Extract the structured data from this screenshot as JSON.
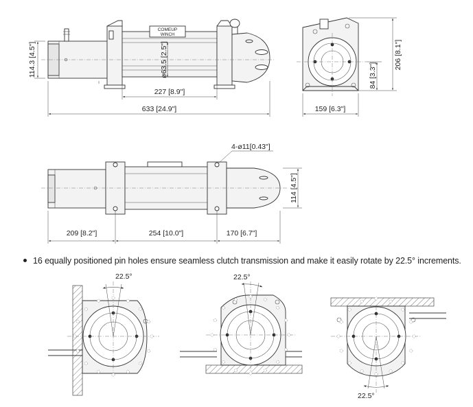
{
  "dimensions": {
    "side_height": "114.3 [4.5\"]",
    "drum_diameter": "ø63.5 [2.5\"]",
    "drum_length": "227 [8.9\"]",
    "overall_length": "633 [24.9\"]",
    "end_height_total": "206 [8.1\"]",
    "end_height_center": "84 [3.3\"]",
    "end_width": "159 [6.3\"]",
    "holes": "4-ø11[0.43\"]",
    "top_width": "114 [4.5\"]",
    "top_left": "209 [8.2\"]",
    "top_mid": "254 [10.0\"]",
    "top_right": "170 [6.7\"]"
  },
  "label_plate_line1": "COMEUP",
  "label_plate_line2": "WINCH",
  "bullet_text": "16 equally positioned pin holes ensure seamless clutch transmission and make it easily rotate by 22.5° increments.",
  "angle_labels": {
    "left": "22.5°",
    "middle": "22.5°",
    "right": "22.5°"
  }
}
